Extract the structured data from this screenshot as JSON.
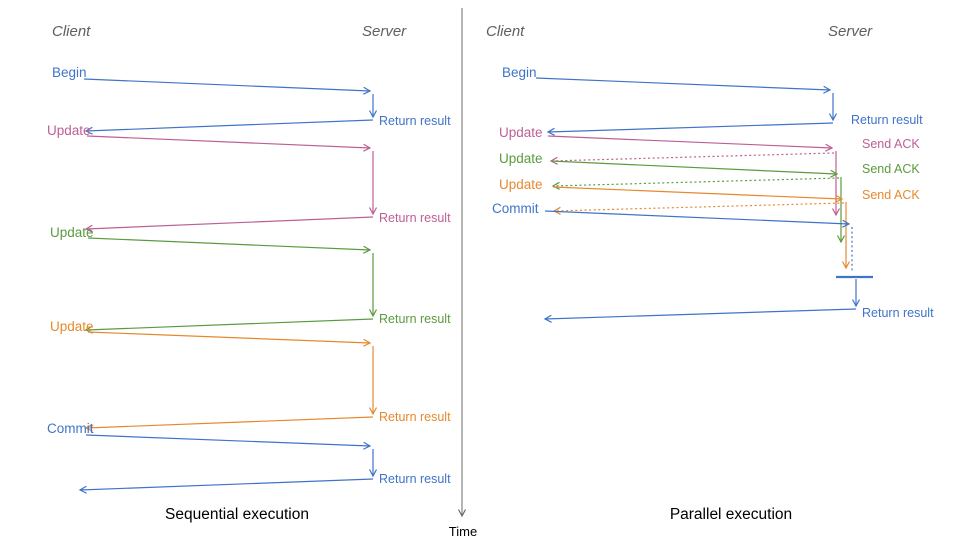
{
  "colors": {
    "blue": "#3F74C8",
    "pink": "#BE5F94",
    "green": "#5B9B3F",
    "orange": "#E6892E",
    "gray": "#5f5f5f",
    "black": "#000000",
    "axis": "#6b6b6b"
  },
  "sequential": {
    "client_label": "Client",
    "server_label": "Server",
    "caption": "Sequential execution",
    "messages": [
      {
        "label": "Begin",
        "color": "blue",
        "response": "Return result"
      },
      {
        "label": "Update",
        "color": "pink",
        "response": "Return result"
      },
      {
        "label": "Update",
        "color": "green",
        "response": "Return result"
      },
      {
        "label": "Update",
        "color": "orange",
        "response": "Return result"
      },
      {
        "label": "Commit",
        "color": "blue",
        "response": "Return result"
      }
    ]
  },
  "parallel": {
    "client_label": "Client",
    "server_label": "Server",
    "caption": "Parallel execution",
    "messages": [
      {
        "label": "Begin",
        "color": "blue",
        "response": "Return result"
      },
      {
        "label": "Update",
        "color": "pink",
        "response": "Send ACK"
      },
      {
        "label": "Update",
        "color": "green",
        "response": "Send ACK"
      },
      {
        "label": "Update",
        "color": "orange",
        "response": "Send ACK"
      },
      {
        "label": "Commit",
        "color": "blue",
        "response": "Return result"
      }
    ]
  },
  "time_axis": {
    "label": "Time"
  }
}
